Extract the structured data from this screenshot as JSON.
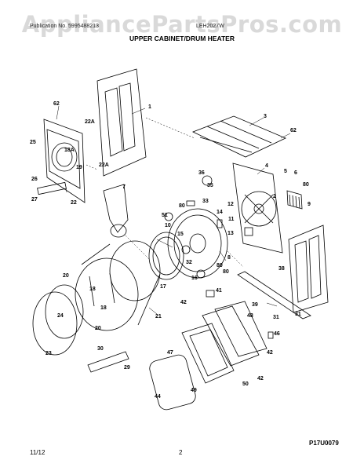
{
  "header": {
    "watermark": "AppliancePartsPros.com",
    "publication_left": "Publication No. 5995488213",
    "publication_right": "LEH2027W",
    "section_title": "UPPER CABINET/DRUM HEATER"
  },
  "diagram": {
    "part_labels": [
      "1",
      "2",
      "3",
      "4",
      "5",
      "6",
      "7",
      "8",
      "9",
      "10",
      "11",
      "12",
      "13",
      "14",
      "15",
      "16",
      "17",
      "18",
      "18",
      "18A",
      "19",
      "20",
      "20",
      "21",
      "22",
      "22A",
      "22A",
      "23",
      "24",
      "25",
      "26",
      "27",
      "29",
      "30",
      "31",
      "31",
      "32",
      "33",
      "35",
      "36",
      "38",
      "39",
      "41",
      "42",
      "42",
      "42",
      "44",
      "46",
      "47",
      "48",
      "49",
      "50",
      "51",
      "62",
      "62",
      "80",
      "80",
      "80",
      "80"
    ]
  },
  "footer": {
    "figure_code": "P17U0079",
    "date": "11/12",
    "page": "2"
  }
}
